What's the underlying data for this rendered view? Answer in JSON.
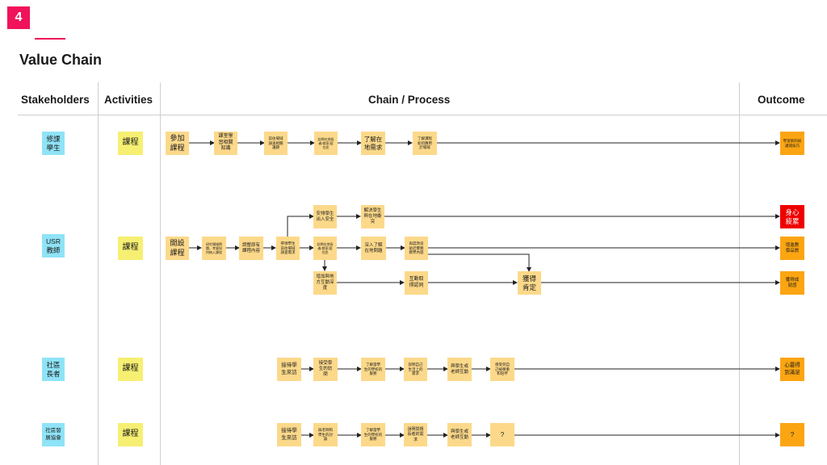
{
  "slide": {
    "number": "4",
    "title": "Value Chain"
  },
  "headers": {
    "stakeholders": "Stakeholders",
    "activities": "Activities",
    "chain": "Chain / Process",
    "outcome": "Outcome"
  },
  "colors": {
    "accent": "#f0125a",
    "stakeholder": "#8fe3f7",
    "activity": "#f6ef72",
    "step": "#fcd98a",
    "outcome": "#fba512",
    "alert": "#ee0000"
  },
  "rows": [
    {
      "stakeholder": "修課\n學生",
      "activity": "課程",
      "steps": [
        "參加\n課程",
        "課堂學\n習相關\n知識",
        "前往場域\n調查相關\n議題",
        "訪問在地長\n者/商家/居\n住民",
        "了解在\n地需求",
        "了解課程\n如何應用\n於場域"
      ],
      "outcome": "學習新的知\n識或技巧"
    },
    {
      "stakeholder": "USR\n教師",
      "activity": "課程",
      "steps": [
        "開設\n課程",
        "研究場域問\n題，考量如\n何納入課程",
        "調整原有\n課程內容",
        "帶領學生\n前往場域\n調查需求",
        "安排學生\n出入安全",
        "解決學生\n與在地衝\n突",
        "訪問在地長\n者/商家/居\n住民",
        "深入了解\n在地問題",
        "再度改良\n貼近實務\n教學內容",
        "增加與地\n方互動深\n度",
        "互動取\n得認同",
        "獲得\n肯定"
      ],
      "outcomes": [
        "身心\n疲累",
        "增進教\n學品質",
        "獲得成\n就感"
      ]
    },
    {
      "stakeholder": "社區\n長者",
      "activity": "課程",
      "steps": [
        "接待學\n生來訪",
        "接受學\n生的訪\n問",
        "了解當學\n生的學校的\n服務",
        "說明自己\n生活上的\n需求",
        "與學生或\n老師互動",
        "感受到自\n己被尊重\n和陪伴"
      ],
      "outcome": "心靈得\n到滿足"
    },
    {
      "stakeholder": "社區發\n展協會",
      "activity": "課程",
      "steps": [
        "接待學\n生來訪",
        "與老師和\n學生的討\n論",
        "了解當學\n生的學校的\n服務",
        "說明問題\n長者的需\n求",
        "與學生或\n老師互動",
        "?"
      ],
      "outcome": "?"
    }
  ]
}
